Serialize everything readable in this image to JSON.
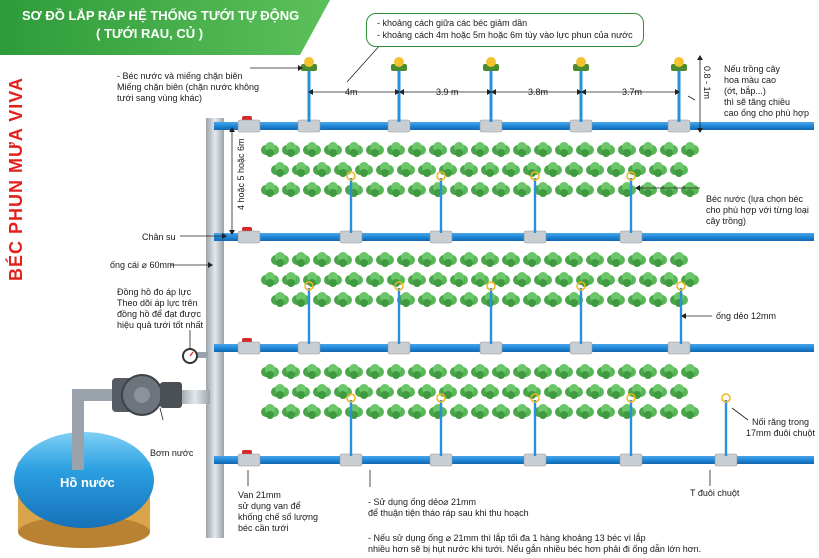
{
  "header": {
    "title_line1": "SƠ ĐỒ LẮP RÁP HỆ THỐNG TƯỚI TỰ ĐỘNG",
    "title_line2": "( TƯỚI RAU, CỦ )",
    "banner_color": "#3aa83f"
  },
  "brand": {
    "side_text": "BÉC PHUN MƯA VIVA",
    "color": "#e3201b"
  },
  "top_note": {
    "line1": "- khoảng cách giữa các béc giảm dần",
    "line2": "- khoảng cách 4m hoặc 5m hoặc 6m tùy vào lực phun của nước"
  },
  "spacings": [
    "4m",
    "3.9 m",
    "3.8m",
    "3.7m"
  ],
  "height_label": "0.8 - 1m",
  "row_spacing_label": "4 hoặc 5 hoặc 6m",
  "labels": {
    "sprinkler_stopper": [
      "- Béc nước và miếng chặn biên",
      "Miếng chặn biên (chặn nước không",
      "tưới sang vùng khác)"
    ],
    "tall_crops": [
      "Nếu trồng cây",
      "hoa màu cao",
      "(ớt, bắp...)",
      "thì sẽ tăng chiều",
      "cao ống cho phù hợp"
    ],
    "sprinkler_choice": [
      "Béc nước (lựa chọn béc",
      "cho phù hợp với từng loại",
      "cây trồng)"
    ],
    "chan_su": "Chân su",
    "main_pipe": "ống cái ⌀ 60mm",
    "pressure_gauge": [
      "Đồng hồ đo áp lực",
      "Theo dõi áp lực trên",
      "đồng hồ để đạt được",
      "hiệu quả tưới tốt nhất"
    ],
    "flex_pipe": "ống dẻo 12mm",
    "tooth_joint": [
      "Nối răng trong",
      "17mm đuôi chuột"
    ],
    "pump": "Bơm nước",
    "pond": "Hồ nước",
    "valve": [
      "Van 21mm",
      "sử dụng van để",
      "khống chế số lượng",
      "béc cần tưới"
    ],
    "pipe_note": [
      "- Sử dụng ống dẻo⌀ 21mm",
      "để thuận tiện tháo ráp sau khi thu hoạch"
    ],
    "tee": "T đuôi chuột",
    "bottom_note": [
      "- Nếu sử dụng ống ⌀ 21mm thì lắp tối đa 1 hàng khoảng 13 béc vì lắp",
      "nhiều hơn sẽ bị hụt nước khi tưới. Nếu gắn nhiều béc hơn phải đi ống dẫn lớn hơn."
    ]
  },
  "colors": {
    "pipe": "#1e88d8",
    "pipe_dark": "#1466b0",
    "main_pipe": "#bcc4cb",
    "plant": "#5cb85c",
    "pond": "#2a9fe0",
    "valve": "#d9262c"
  }
}
